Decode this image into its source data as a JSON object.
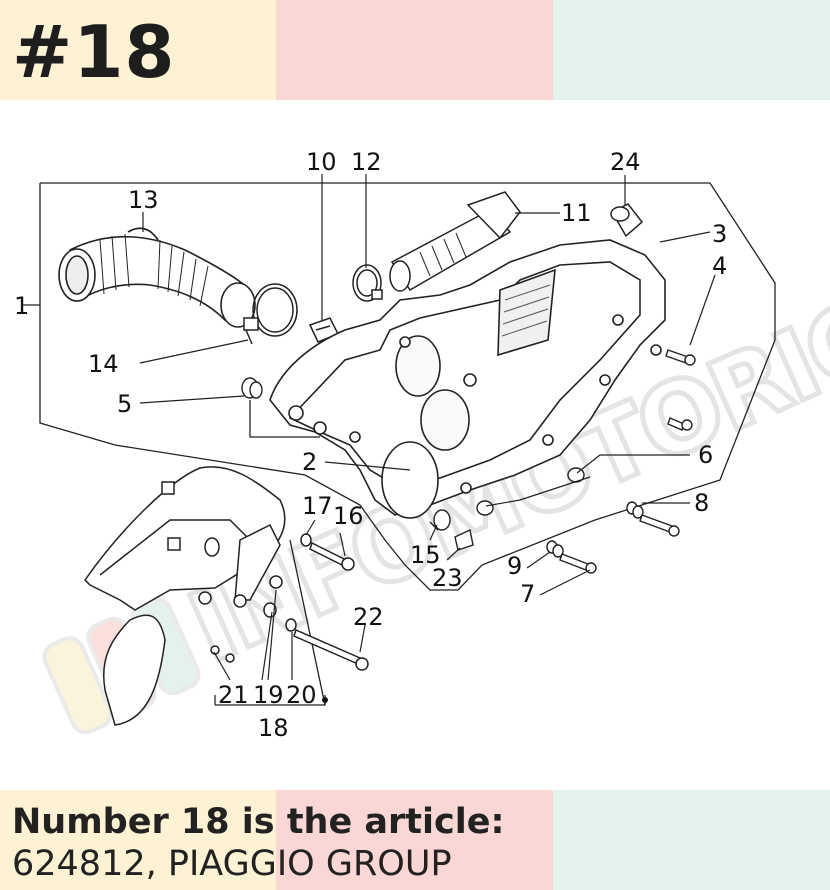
{
  "header": {
    "badge": "#18",
    "band_colors": [
      "#fdf2d3",
      "#fad7d5",
      "#e3f3ec"
    ]
  },
  "diagram": {
    "callouts": [
      {
        "id": "1",
        "label": "1"
      },
      {
        "id": "2",
        "label": "2"
      },
      {
        "id": "3",
        "label": "3"
      },
      {
        "id": "4",
        "label": "4"
      },
      {
        "id": "5",
        "label": "5"
      },
      {
        "id": "6",
        "label": "6"
      },
      {
        "id": "7",
        "label": "7"
      },
      {
        "id": "8",
        "label": "8"
      },
      {
        "id": "9",
        "label": "9"
      },
      {
        "id": "10",
        "label": "10"
      },
      {
        "id": "11",
        "label": "11"
      },
      {
        "id": "12",
        "label": "12"
      },
      {
        "id": "13",
        "label": "13"
      },
      {
        "id": "14",
        "label": "14"
      },
      {
        "id": "15",
        "label": "15"
      },
      {
        "id": "16",
        "label": "16"
      },
      {
        "id": "17",
        "label": "17"
      },
      {
        "id": "18",
        "label": "18"
      },
      {
        "id": "19",
        "label": "19"
      },
      {
        "id": "20",
        "label": "20"
      },
      {
        "id": "21",
        "label": "21"
      },
      {
        "id": "22",
        "label": "22"
      },
      {
        "id": "23",
        "label": "23"
      },
      {
        "id": "24",
        "label": "24"
      }
    ],
    "watermark": "INFOMOTORICA",
    "highlight_number": "18"
  },
  "footer": {
    "title": "Number 18 is the article:",
    "body": "624812, PIAGGIO GROUP",
    "band_colors": [
      "#fdf2d3",
      "#fad7d5",
      "#e3f3ec"
    ]
  }
}
